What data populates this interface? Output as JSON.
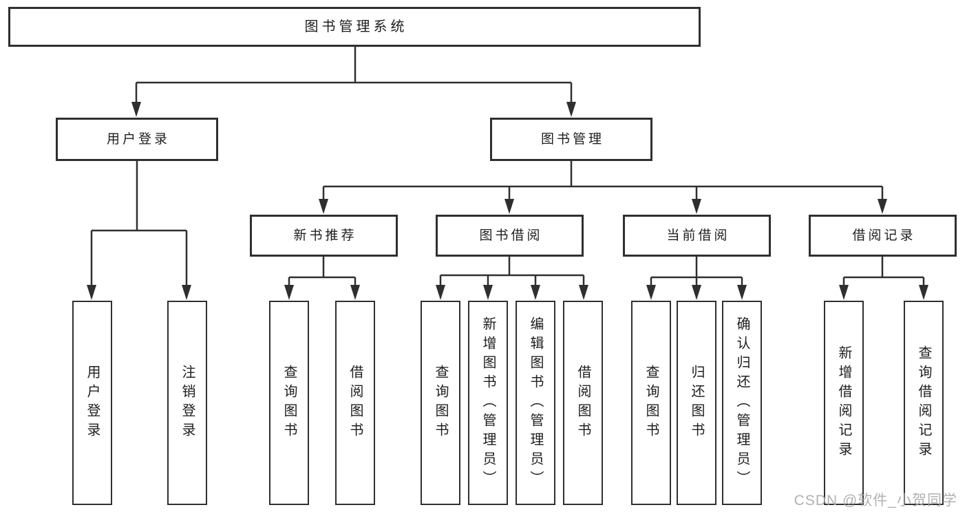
{
  "diagram": {
    "type": "hierarchy-tree",
    "orientation": "top-down",
    "colors": {
      "background": "#ffffff",
      "line": "#2f2f2f",
      "box_border": "#2f2f2f",
      "box_fill": "#ffffff",
      "text": "#1e1e1e",
      "watermark": "#aaaaaa"
    }
  },
  "tree": {
    "label": "图书管理系统",
    "children": [
      {
        "label": "用户登录",
        "children": [
          {
            "label": "用户登录"
          },
          {
            "label": "注销登录"
          }
        ]
      },
      {
        "label": "图书管理",
        "children": [
          {
            "label": "新书推荐",
            "children": [
              {
                "label": "查询图书"
              },
              {
                "label": "借阅图书"
              }
            ]
          },
          {
            "label": "图书借阅",
            "children": [
              {
                "label": "查询图书"
              },
              {
                "label": "新增图书（管理员）"
              },
              {
                "label": "编辑图书（管理员）"
              },
              {
                "label": "借阅图书"
              }
            ]
          },
          {
            "label": "当前借阅",
            "children": [
              {
                "label": "查询图书"
              },
              {
                "label": "归还图书"
              },
              {
                "label": "确认归还（管理员）"
              }
            ]
          },
          {
            "label": "借阅记录",
            "children": [
              {
                "label": "新增借阅记录"
              },
              {
                "label": "查询借阅记录"
              }
            ]
          }
        ]
      }
    ]
  },
  "watermark": {
    "text": "CSDN @软件_小贺同学"
  }
}
